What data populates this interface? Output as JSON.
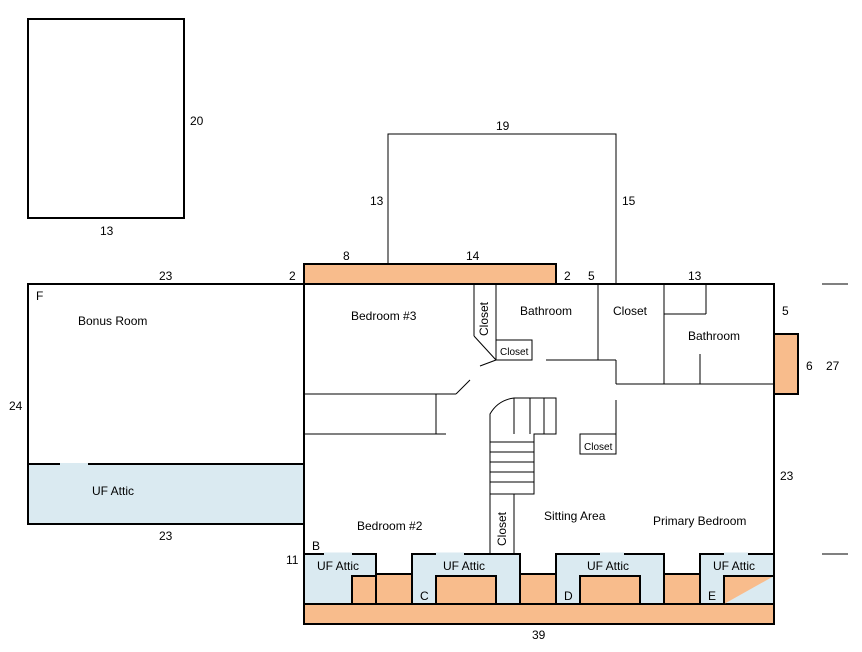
{
  "rooms": {
    "bonus_room": "Bonus Room",
    "bedroom3": "Bedroom #3",
    "bedroom2": "Bedroom #2",
    "bathroom_upper": "Bathroom",
    "bathroom_right": "Bathroom",
    "closet_top": "Closet",
    "closet_vert_upper": "Closet",
    "closet_small_upper": "Closet",
    "closet_small_stair": "Closet",
    "closet_vert_lower": "Closet",
    "sitting_area": "Sitting Area",
    "primary_bedroom": "Primary Bedroom",
    "uf_attic_left": "UF Attic",
    "uf_attic_b": "UF Attic",
    "uf_attic_c": "UF Attic",
    "uf_attic_d": "UF Attic",
    "uf_attic_e": "UF Attic"
  },
  "markers": {
    "f": "F",
    "b": "B",
    "c": "C",
    "d": "D",
    "e": "E"
  },
  "dimensions": {
    "small_box_height": "20",
    "small_box_width": "13",
    "bonus_top": "23",
    "bonus_gap": "2",
    "orange_left": "8",
    "orange_right": "14",
    "right_gap": "2",
    "gap_5": "5",
    "top_right": "13",
    "ext_top": "19",
    "ext_left": "13",
    "ext_right": "15",
    "left_height": "24",
    "attic_bottom": "23",
    "lower_left": "11",
    "bottom": "39",
    "right_upper": "5",
    "bump_width": "6",
    "outside": "27",
    "right_lower": "23"
  }
}
